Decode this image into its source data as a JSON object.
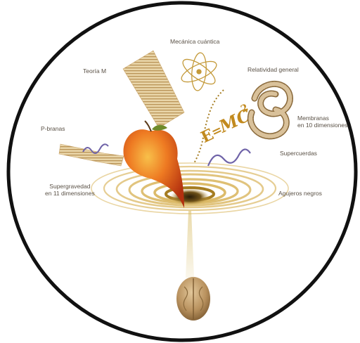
{
  "labels": {
    "quantum_mechanics": "Mecánica cuántica",
    "m_theory": "Teoría M",
    "general_relativity": "Relatividad general",
    "p_branes": "P-branas",
    "membranes_line1": "Membranas",
    "membranes_line2": "en 10 dimensiones",
    "superstrings": "Supercuerdas",
    "supergravity_line1": "Supergravedad",
    "supergravity_line2": "en 11 dimensiones",
    "black_holes": "Agujeros negros"
  },
  "equation": {
    "e": "E",
    "eq": "=",
    "mc": "MC",
    "exp": "2"
  },
  "colors": {
    "frame": "#111111",
    "label_text": "#5a5146",
    "gold": "#d8b45a",
    "gold_dark": "#a57d22",
    "apple_red": "#d2401a",
    "apple_orange": "#f39a25",
    "walnut": "#b99a6f",
    "ribbon": "#c9a46a",
    "spring": "#6f63a8"
  },
  "icons": [
    "atom-icon",
    "apple-icon",
    "walnut-icon",
    "knot-icon",
    "spring-icon",
    "ribbon-icon",
    "funnel-icon"
  ]
}
